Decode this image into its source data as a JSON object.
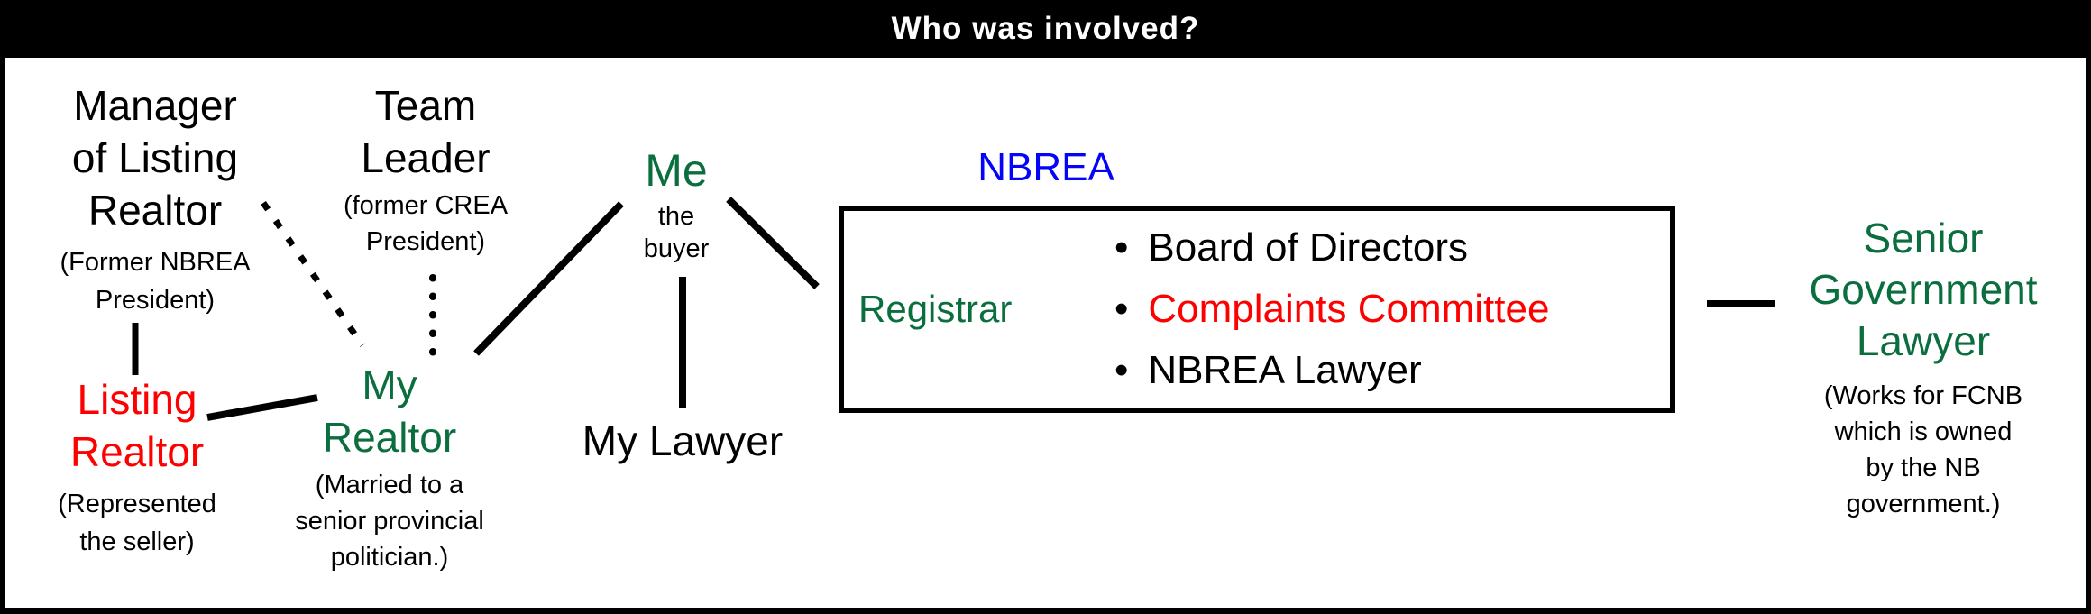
{
  "title_bar": {
    "title": "Who was involved?"
  },
  "colors": {
    "green": "#0b6e3e",
    "red": "#fe0000",
    "blue": "#0404fa",
    "bar_background": "#000000",
    "canvas": "#ffffff"
  },
  "nodes": {
    "manager": {
      "name_lines": [
        "Manager",
        "of Listing",
        "Realtor"
      ],
      "note_lines": [
        "(Former NBREA",
        "President)"
      ]
    },
    "team_leader": {
      "name_lines": [
        "Team",
        "Leader"
      ],
      "note_lines": [
        "(former CREA",
        "President)"
      ]
    },
    "me": {
      "name": "Me",
      "note_lines": [
        "the",
        "buyer"
      ]
    },
    "my_lawyer": {
      "name": "My Lawyer"
    },
    "listing_realtor": {
      "name_lines": [
        "Listing",
        "Realtor"
      ],
      "note_lines": [
        "(Represented",
        "the seller)"
      ]
    },
    "my_realtor": {
      "name_lines": [
        "My",
        "Realtor"
      ],
      "note_lines": [
        "(Married to a",
        "senior provincial",
        "politician.)"
      ]
    },
    "nbrea": {
      "label": "NBREA",
      "registrar": "Registrar",
      "bullet": "•",
      "items": [
        {
          "label": "Board of Directors",
          "color": "black"
        },
        {
          "label": "Complaints Committee",
          "color": "red"
        },
        {
          "label": "NBREA Lawyer",
          "color": "black"
        }
      ]
    },
    "senior_government_lawyer": {
      "name_lines": [
        "Senior",
        "Government",
        "Lawyer"
      ],
      "note_lines": [
        "(Works for FCNB",
        "which is owned",
        "by the NB",
        "government.)"
      ]
    }
  }
}
